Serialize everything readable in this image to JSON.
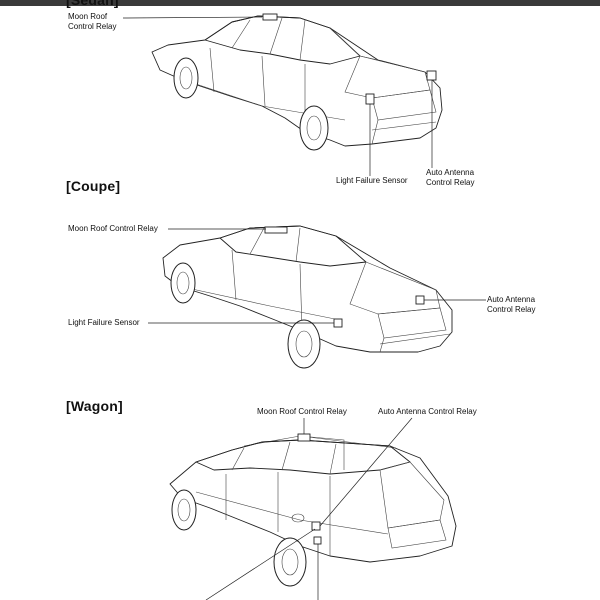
{
  "sections": {
    "sedan": {
      "title": "[Sedan]",
      "moon_roof_label_line1": "Moon Roof",
      "moon_roof_label_line2": "Control Relay",
      "light_failure_label": "Light Failure Sensor",
      "auto_antenna_label_line1": "Auto Antenna",
      "auto_antenna_label_line2": "Control Relay"
    },
    "coupe": {
      "title": "[Coupe]",
      "moon_roof_label": "Moon Roof Control Relay",
      "light_failure_label": "Light Failure Sensor",
      "auto_antenna_label_line1": "Auto Antenna",
      "auto_antenna_label_line2": "Control Relay"
    },
    "wagon": {
      "title": "[Wagon]",
      "moon_roof_label": "Moon Roof Control Relay",
      "auto_antenna_label": "Auto Antenna Control Relay"
    }
  },
  "colors": {
    "ink": "#222222",
    "paper": "#ffffff",
    "topbar": "#3a3a3a"
  }
}
